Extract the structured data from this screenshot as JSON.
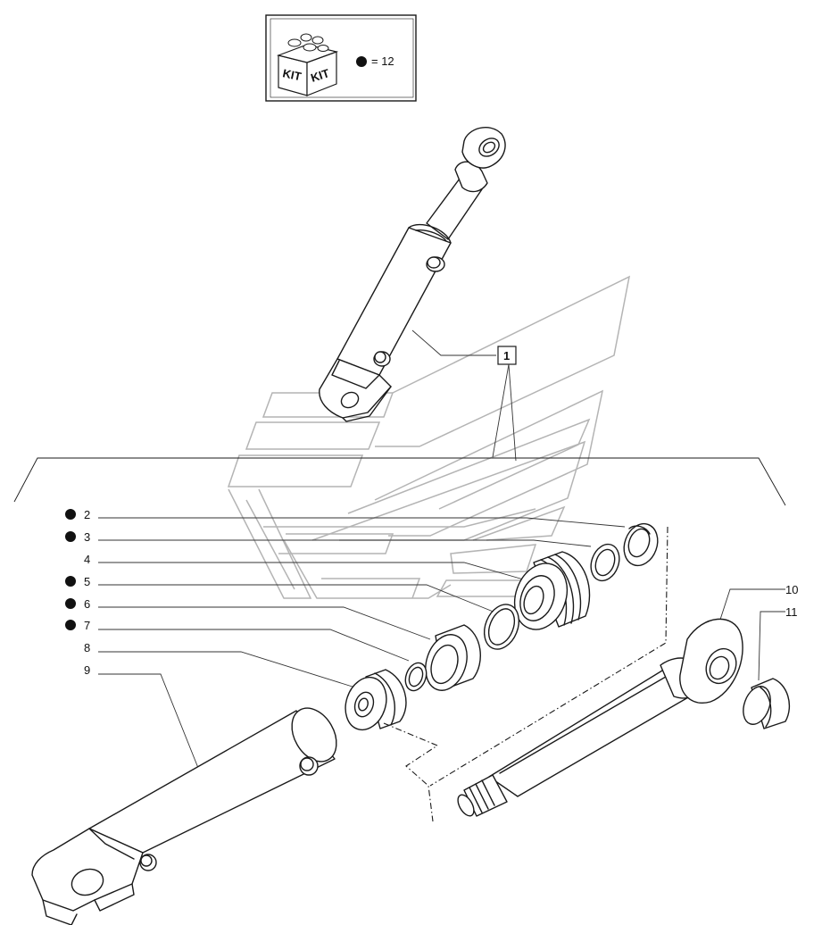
{
  "kit": {
    "box_text": [
      "KIT",
      "KIT"
    ],
    "legend_text": "= 12"
  },
  "assembly_callout": "1",
  "parts": [
    {
      "number": "2",
      "kit": true
    },
    {
      "number": "3",
      "kit": true
    },
    {
      "number": "4",
      "kit": false
    },
    {
      "number": "5",
      "kit": true
    },
    {
      "number": "6",
      "kit": true
    },
    {
      "number": "7",
      "kit": true
    },
    {
      "number": "8",
      "kit": false
    },
    {
      "number": "9",
      "kit": false
    },
    {
      "number": "10",
      "kit": false
    },
    {
      "number": "11",
      "kit": false
    }
  ],
  "colors": {
    "ink": "#1a1a1a",
    "watermark": "#b4b4b4"
  },
  "icons": [
    "kit-box-icon",
    "kit-dot-icon",
    "watermark-logo"
  ]
}
